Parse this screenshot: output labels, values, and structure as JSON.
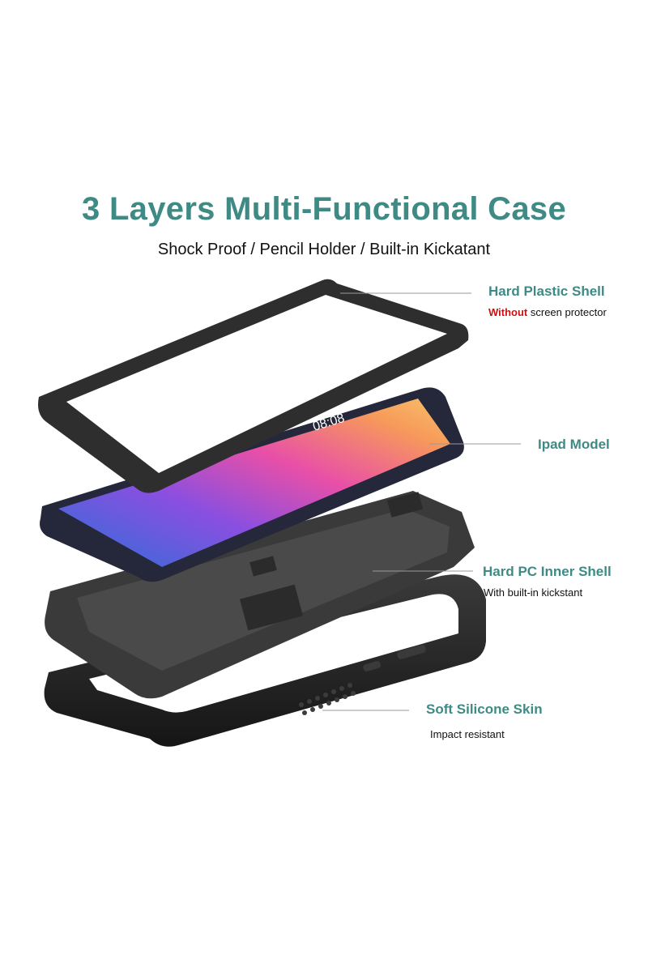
{
  "headline": {
    "title": "3 Layers Multi-Functional Case",
    "subtitle": "Shock Proof / Pencil Holder / Built-in Kickatant"
  },
  "layers": [
    {
      "title": "Hard Plastic Shell",
      "sub_highlight": "Without",
      "sub_rest": " screen protector"
    },
    {
      "title": "Ipad Model"
    },
    {
      "title": "Hard PC Inner Shell",
      "sub": "With built-in kickstant"
    },
    {
      "title": "Soft Silicone Skin",
      "sub": "Impact resistant"
    }
  ],
  "tablet_screen": {
    "clock": "08:08"
  },
  "colors": {
    "accent": "#3f8a84",
    "highlight": "#cc1111",
    "case": "#2b2b2b"
  }
}
